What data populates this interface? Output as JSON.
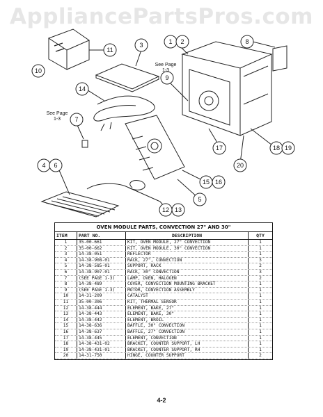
{
  "watermark": "AppliancePartsPros.com",
  "see_page_labels": [
    "See Page\n1-3",
    "See Page\n1-3"
  ],
  "callouts": [
    "1",
    "2",
    "3",
    "4",
    "6",
    "7",
    "8",
    "9",
    "10",
    "11",
    "12",
    "13",
    "14",
    "15",
    "16",
    "17",
    "18",
    "19",
    "20",
    "5"
  ],
  "table": {
    "title": "OVEN MODULE PARTS, CONVECTION 27\" AND 30\"",
    "headers": {
      "item": "ITEM",
      "part": "PART NO.",
      "desc": "DESCRIPTION",
      "qty": "QTY"
    },
    "rows": [
      {
        "item": "1",
        "part": "35-00-661",
        "desc": "KIT, OVEN MODULE, 27\" CONVECTION",
        "qty": "1"
      },
      {
        "item": "2",
        "part": "35-00-662",
        "desc": "KIT, OVEN MODULE, 30\" CONVECTION",
        "qty": "1"
      },
      {
        "item": "3",
        "part": "14-38-051",
        "desc": "REFLECTOR",
        "qty": "1"
      },
      {
        "item": "4",
        "part": "14-38-908-01",
        "desc": "RACK, 27\", CONVECTION",
        "qty": "3"
      },
      {
        "item": "5",
        "part": "14-38-585-01",
        "desc": "SUPPORT, RACK",
        "qty": "2"
      },
      {
        "item": "6",
        "part": "14-38-907-01",
        "desc": "RACK, 30\" CONVECTION",
        "qty": "3"
      },
      {
        "item": "7",
        "part": "(SEE PAGE 1-3)",
        "desc": "LAMP, OVEN, HALOGEN",
        "qty": "2"
      },
      {
        "item": "8",
        "part": "14-38-489",
        "desc": "COVER, CONVECTION MOUNTING BRACKET",
        "qty": "1"
      },
      {
        "item": "9",
        "part": "(SEE PAGE 1-3)",
        "desc": "MOTOR, CONVECTION ASSEMBLY",
        "qty": "1"
      },
      {
        "item": "10",
        "part": "14-31-209",
        "desc": "CATALYST",
        "qty": "1"
      },
      {
        "item": "11",
        "part": "35-00-306",
        "desc": "KIT, THERMAL SENSOR",
        "qty": "1"
      },
      {
        "item": "12",
        "part": "14-38-444",
        "desc": "ELEMENT, BAKE, 27\"",
        "qty": "1"
      },
      {
        "item": "13",
        "part": "14-38-443",
        "desc": "ELEMENT, BAKE, 30\"",
        "qty": "1"
      },
      {
        "item": "14",
        "part": "14-38-442",
        "desc": "ELEMENT, BROIL",
        "qty": "1"
      },
      {
        "item": "15",
        "part": "14-38-636",
        "desc": "BAFFLE, 30\" CONVECTION",
        "qty": "1"
      },
      {
        "item": "16",
        "part": "14-38-637",
        "desc": "BAFFLE, 27\" CONVECTION",
        "qty": "1"
      },
      {
        "item": "17",
        "part": "14-38-445",
        "desc": "ELEMENT, CONVECTION",
        "qty": "1"
      },
      {
        "item": "18",
        "part": "14-38-431-02",
        "desc": "BRACKET, COUNTER SUPPORT, LH",
        "qty": "1"
      },
      {
        "item": "19",
        "part": "14-38-431-01",
        "desc": "BRACKET, COUNTER SUPPORT, RH",
        "qty": "1"
      },
      {
        "item": "20",
        "part": "14-31-750",
        "desc": "HINGE, COUNTER SUPPORT",
        "qty": "2"
      }
    ]
  },
  "page_number": "4-2"
}
